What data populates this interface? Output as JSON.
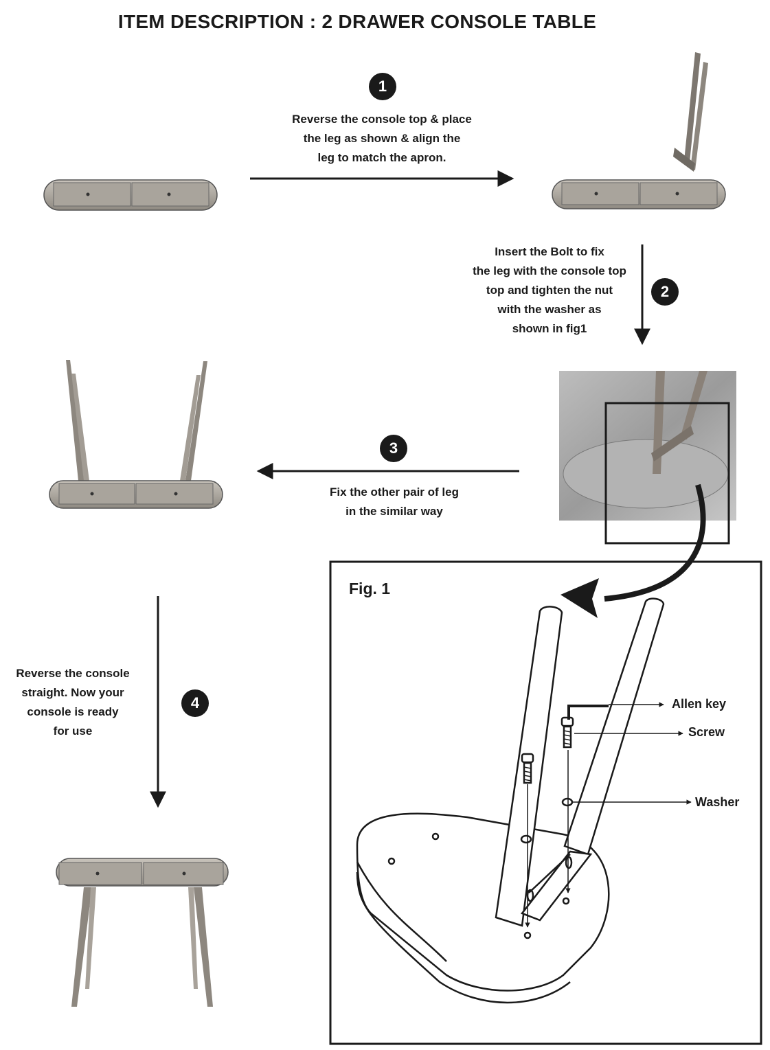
{
  "title": "ITEM DESCRIPTION : 2 DRAWER CONSOLE TABLE",
  "steps": [
    {
      "number": "1",
      "text": "Reverse the console top & place\nthe leg as shown & align the\nleg to match the apron."
    },
    {
      "number": "2",
      "text": "Insert the Bolt to fix\nthe leg with the console top\ntop and tighten the nut\nwith the washer as\nshown in fig1"
    },
    {
      "number": "3",
      "text": "Fix the other pair of leg\nin the similar way"
    },
    {
      "number": "4",
      "text": "Reverse the console\nstraight. Now your\nconsole is ready\nfor use"
    }
  ],
  "figure": {
    "label": "Fig. 1",
    "callouts": {
      "allen_key": "Allen key",
      "screw": "Screw",
      "washer": "Washer"
    }
  },
  "colors": {
    "ink": "#1a1a1a",
    "wood": "#b8b3ab",
    "wood_dark": "#8c877f",
    "photo_bg": "#9a9a9a"
  }
}
